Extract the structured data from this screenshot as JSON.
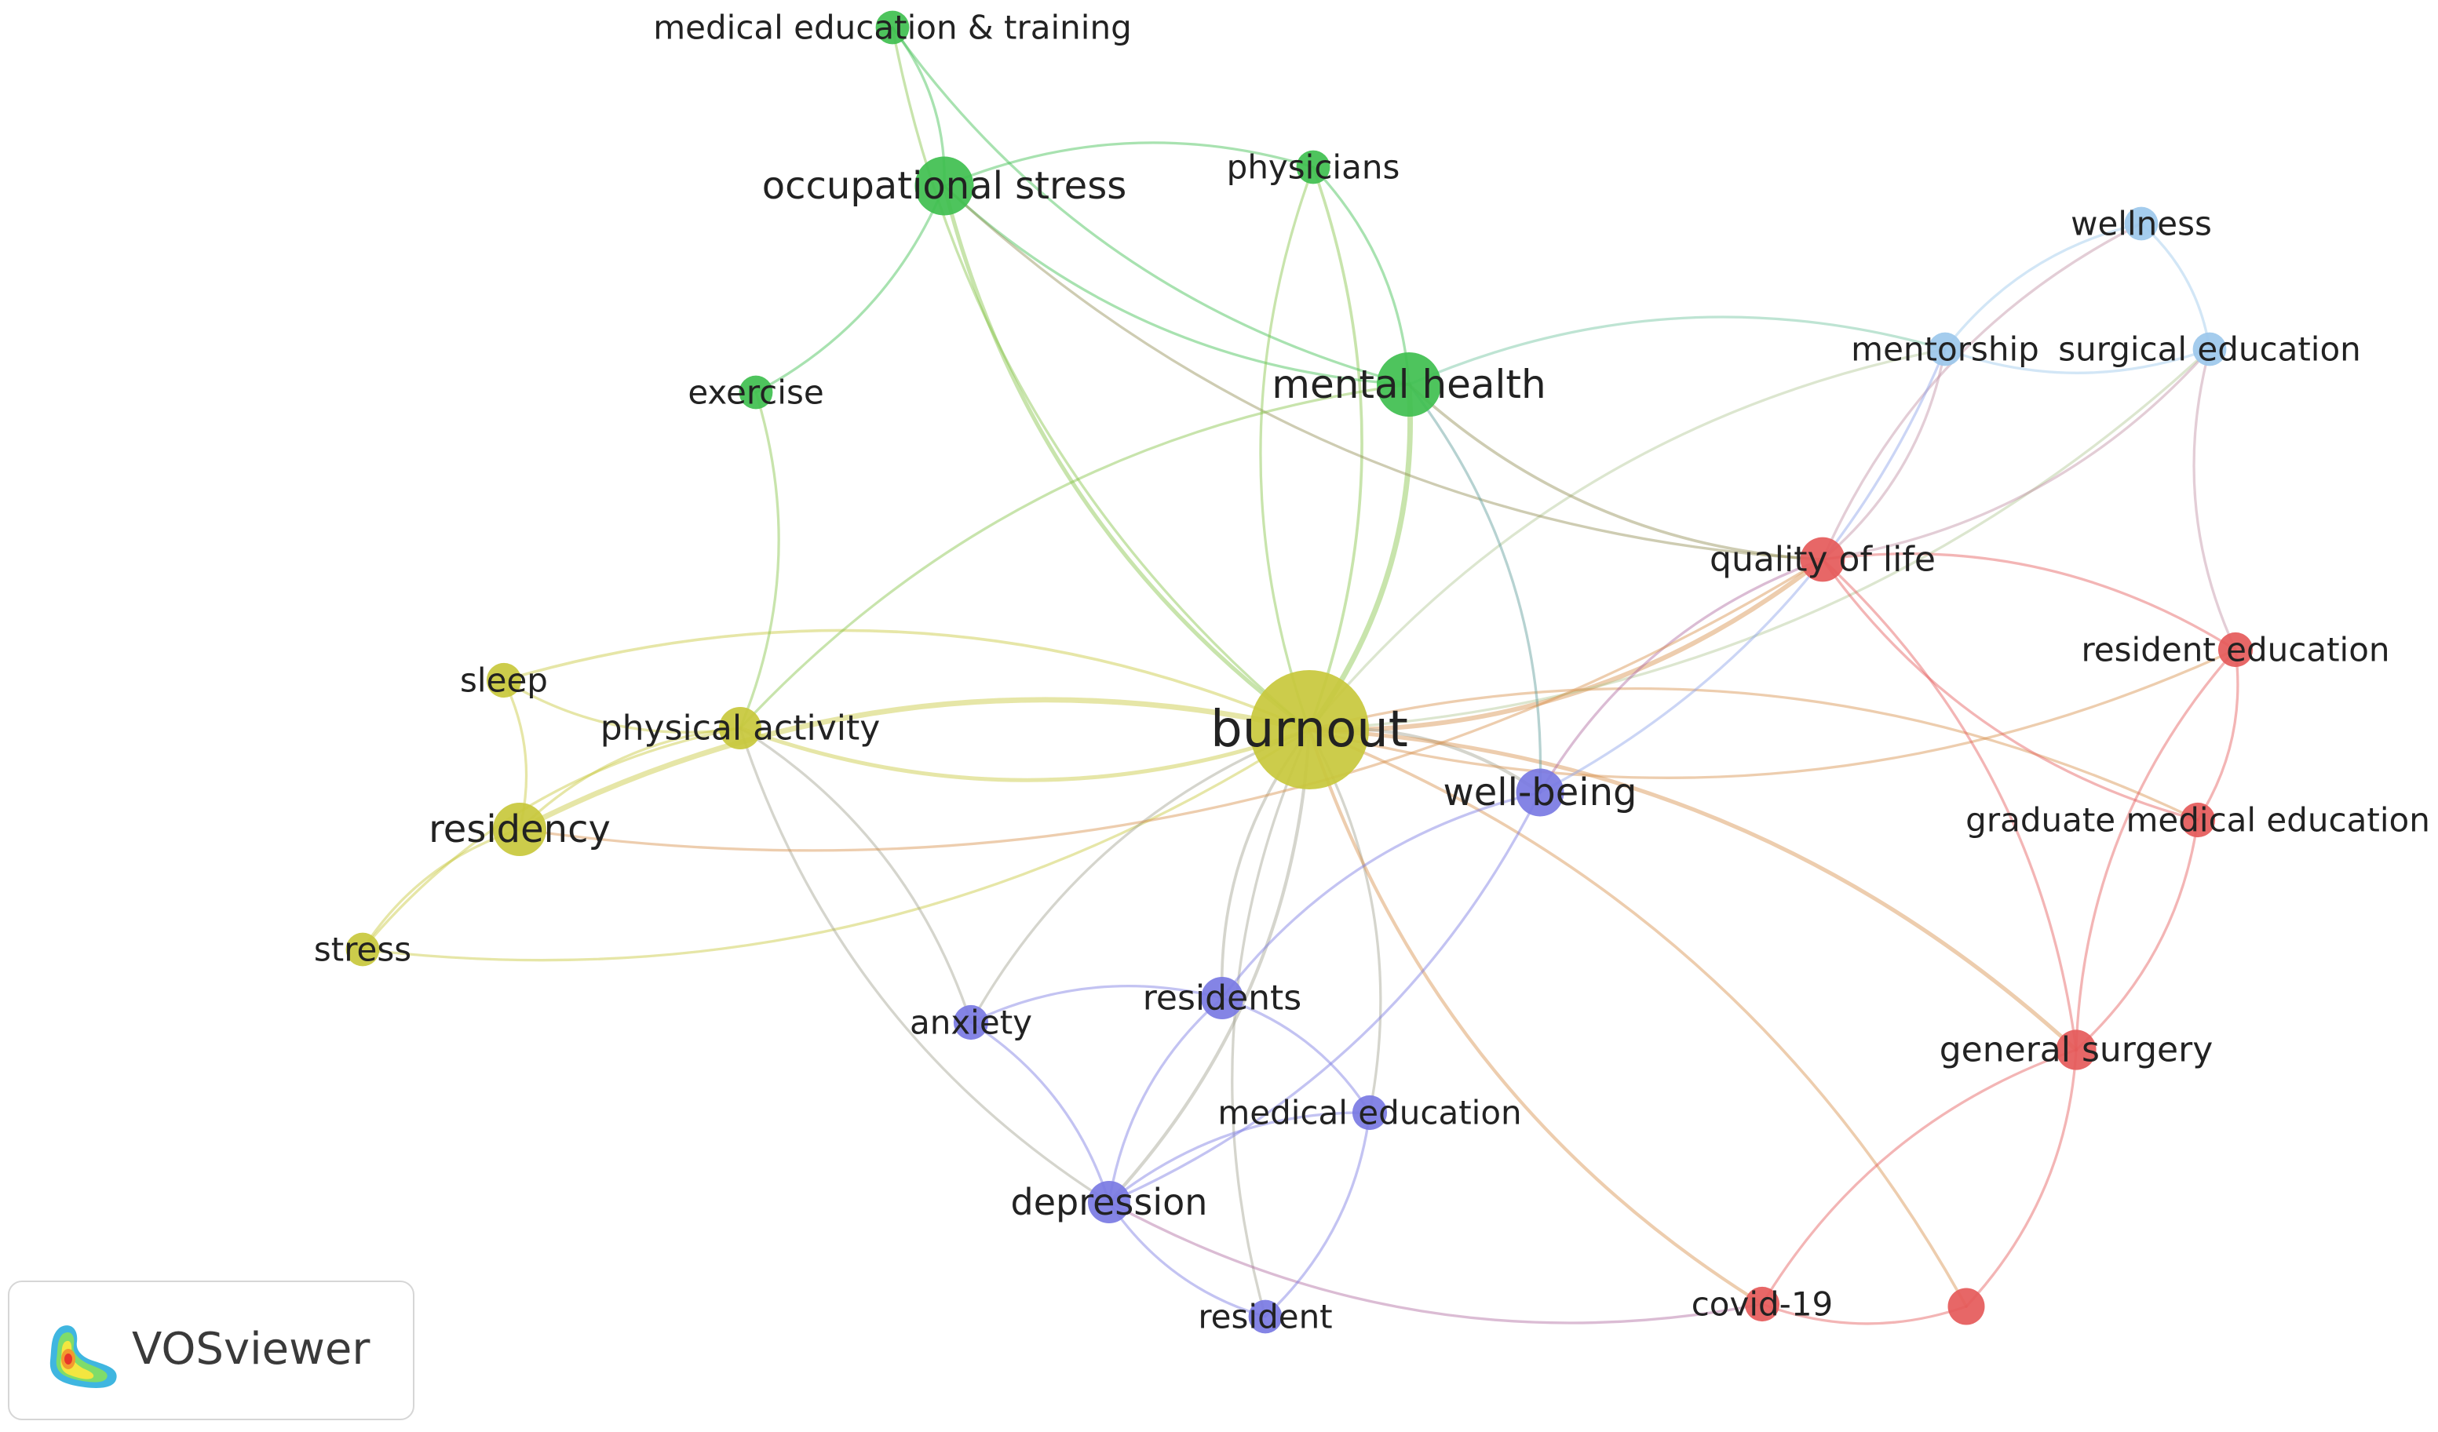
{
  "brand": {
    "name": "VOSviewer",
    "logo_icon": "vosviewer-density-logo-icon"
  },
  "cluster_colors": {
    "red": "#e55a5a",
    "green": "#3fbf4f",
    "blue": "#7a79e3",
    "yellow": "#c8c83c",
    "lightblue": "#9cc8ec"
  },
  "nodes": [
    {
      "id": "burnout",
      "label": "burnout",
      "cluster": "yellow",
      "weight": 10
    },
    {
      "id": "mental-health",
      "label": "mental health",
      "cluster": "green",
      "weight": 5
    },
    {
      "id": "occupational-stress",
      "label": "occupational stress",
      "cluster": "green",
      "weight": 4.5
    },
    {
      "id": "medical-education-training",
      "label": "medical education & training",
      "cluster": "green",
      "weight": 2.2
    },
    {
      "id": "physicians",
      "label": "physicians",
      "cluster": "green",
      "weight": 2.2
    },
    {
      "id": "exercise",
      "label": "exercise",
      "cluster": "green",
      "weight": 2.2
    },
    {
      "id": "wellness",
      "label": "wellness",
      "cluster": "lightblue",
      "weight": 2.2
    },
    {
      "id": "mentorship",
      "label": "mentorship",
      "cluster": "lightblue",
      "weight": 2.2
    },
    {
      "id": "surgical-education",
      "label": "surgical education",
      "cluster": "lightblue",
      "weight": 2.2
    },
    {
      "id": "quality-of-life",
      "label": "quality of life",
      "cluster": "red",
      "weight": 3.2
    },
    {
      "id": "resident-education",
      "label": "resident education",
      "cluster": "red",
      "weight": 2.3
    },
    {
      "id": "graduate-medical-education",
      "label": "graduate medical education",
      "cluster": "red",
      "weight": 2.3
    },
    {
      "id": "general-surgery",
      "label": "general surgery",
      "cluster": "red",
      "weight": 2.8
    },
    {
      "id": "covid-19",
      "label": "covid-19",
      "cluster": "red",
      "weight": 2.3
    },
    {
      "id": "unlabeled-red",
      "label": "",
      "cluster": "red",
      "weight": 2.5
    },
    {
      "id": "sleep",
      "label": "sleep",
      "cluster": "yellow",
      "weight": 2.3
    },
    {
      "id": "physical-activity",
      "label": "physical activity",
      "cluster": "yellow",
      "weight": 3
    },
    {
      "id": "residency",
      "label": "residency",
      "cluster": "yellow",
      "weight": 4
    },
    {
      "id": "stress",
      "label": "stress",
      "cluster": "yellow",
      "weight": 2.2
    },
    {
      "id": "well-being",
      "label": "well-being",
      "cluster": "blue",
      "weight": 3.5
    },
    {
      "id": "residents",
      "label": "residents",
      "cluster": "blue",
      "weight": 3
    },
    {
      "id": "anxiety",
      "label": "anxiety",
      "cluster": "blue",
      "weight": 2.3
    },
    {
      "id": "medical-education",
      "label": "medical education",
      "cluster": "blue",
      "weight": 2.3
    },
    {
      "id": "depression",
      "label": "depression",
      "cluster": "blue",
      "weight": 3
    },
    {
      "id": "resident",
      "label": "resident",
      "cluster": "blue",
      "weight": 2.2
    }
  ],
  "links": [
    [
      "burnout",
      "mental-health",
      3
    ],
    [
      "burnout",
      "occupational-stress",
      2
    ],
    [
      "burnout",
      "physicians",
      1.2
    ],
    [
      "burnout",
      "medical-education-training",
      1
    ],
    [
      "burnout",
      "residency",
      3
    ],
    [
      "burnout",
      "physical-activity",
      2
    ],
    [
      "burnout",
      "sleep",
      1.2
    ],
    [
      "burnout",
      "stress",
      1
    ],
    [
      "burnout",
      "quality-of-life",
      2.5
    ],
    [
      "burnout",
      "mentorship",
      1
    ],
    [
      "burnout",
      "surgical-education",
      1
    ],
    [
      "burnout",
      "well-being",
      1.5
    ],
    [
      "burnout",
      "residents",
      1.2
    ],
    [
      "burnout",
      "depression",
      1.5
    ],
    [
      "burnout",
      "anxiety",
      1
    ],
    [
      "burnout",
      "medical-education",
      1
    ],
    [
      "burnout",
      "resident",
      1
    ],
    [
      "burnout",
      "general-surgery",
      2
    ],
    [
      "burnout",
      "covid-19",
      1.5
    ],
    [
      "burnout",
      "unlabeled-red",
      1.2
    ],
    [
      "burnout",
      "resident-education",
      1
    ],
    [
      "burnout",
      "graduate-medical-education",
      1
    ],
    [
      "occupational-stress",
      "medical-education-training",
      1
    ],
    [
      "occupational-stress",
      "physicians",
      1
    ],
    [
      "occupational-stress",
      "mental-health",
      1
    ],
    [
      "occupational-stress",
      "exercise",
      1
    ],
    [
      "occupational-stress",
      "quality-of-life",
      1
    ],
    [
      "physicians",
      "mental-health",
      1
    ],
    [
      "medical-education-training",
      "mental-health",
      1
    ],
    [
      "exercise",
      "physical-activity",
      1
    ],
    [
      "mental-health",
      "physical-activity",
      1
    ],
    [
      "mental-health",
      "well-being",
      1
    ],
    [
      "mental-health",
      "quality-of-life",
      1.2
    ],
    [
      "mental-health",
      "mentorship",
      1
    ],
    [
      "physicians",
      "burnout",
      1
    ],
    [
      "sleep",
      "residency",
      1
    ],
    [
      "sleep",
      "physical-activity",
      1
    ],
    [
      "residency",
      "physical-activity",
      1
    ],
    [
      "residency",
      "stress",
      1
    ],
    [
      "stress",
      "physical-activity",
      1
    ],
    [
      "physical-activity",
      "depression",
      1
    ],
    [
      "physical-activity",
      "anxiety",
      1
    ],
    [
      "quality-of-life",
      "mentorship",
      1
    ],
    [
      "quality-of-life",
      "wellness",
      1
    ],
    [
      "quality-of-life",
      "surgical-education",
      1
    ],
    [
      "quality-of-life",
      "resident-education",
      1
    ],
    [
      "quality-of-life",
      "graduate-medical-education",
      1
    ],
    [
      "quality-of-life",
      "general-surgery",
      1
    ],
    [
      "quality-of-life",
      "well-being",
      1
    ],
    [
      "quality-of-life",
      "residency",
      1
    ],
    [
      "wellness",
      "mentorship",
      1
    ],
    [
      "wellness",
      "surgical-education",
      1
    ],
    [
      "mentorship",
      "surgical-education",
      1
    ],
    [
      "mentorship",
      "well-being",
      1
    ],
    [
      "surgical-education",
      "resident-education",
      1
    ],
    [
      "resident-education",
      "graduate-medical-education",
      1
    ],
    [
      "resident-education",
      "general-surgery",
      1
    ],
    [
      "graduate-medical-education",
      "general-surgery",
      1
    ],
    [
      "general-surgery",
      "covid-19",
      1
    ],
    [
      "general-surgery",
      "unlabeled-red",
      1
    ],
    [
      "covid-19",
      "unlabeled-red",
      1
    ],
    [
      "covid-19",
      "depression",
      1
    ],
    [
      "well-being",
      "residents",
      1
    ],
    [
      "well-being",
      "depression",
      1
    ],
    [
      "residents",
      "anxiety",
      1
    ],
    [
      "residents",
      "medical-education",
      1
    ],
    [
      "residents",
      "depression",
      1
    ],
    [
      "anxiety",
      "depression",
      1
    ],
    [
      "depression",
      "resident",
      1
    ],
    [
      "medical-education",
      "resident",
      1
    ],
    [
      "medical-education",
      "depression",
      1
    ]
  ]
}
